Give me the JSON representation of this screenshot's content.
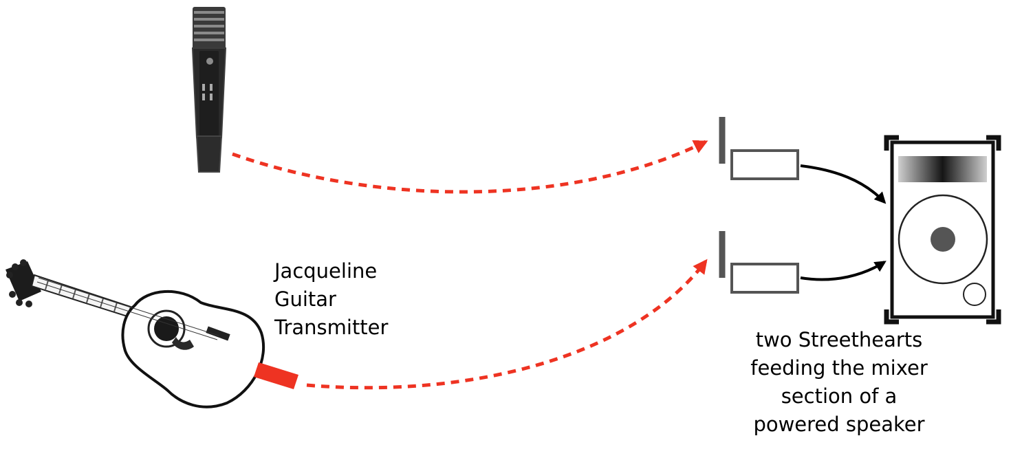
{
  "labels": {
    "guitar_transmitter": [
      "Jacqueline",
      "Guitar",
      "Transmitter"
    ],
    "speaker_caption": [
      "two Streethearts",
      "feeding the mixer",
      "section of a",
      "powered speaker"
    ]
  },
  "icons": {
    "microphone": "handheld-wireless-microphone",
    "guitar": "acoustic-guitar",
    "transmitter": "bodypack-transmitter",
    "receivers": [
      "wireless-receiver",
      "wireless-receiver"
    ],
    "speaker": "powered-speaker"
  },
  "colors": {
    "signal": "#ee3322",
    "outline": "#555555",
    "cable": "#000000"
  }
}
